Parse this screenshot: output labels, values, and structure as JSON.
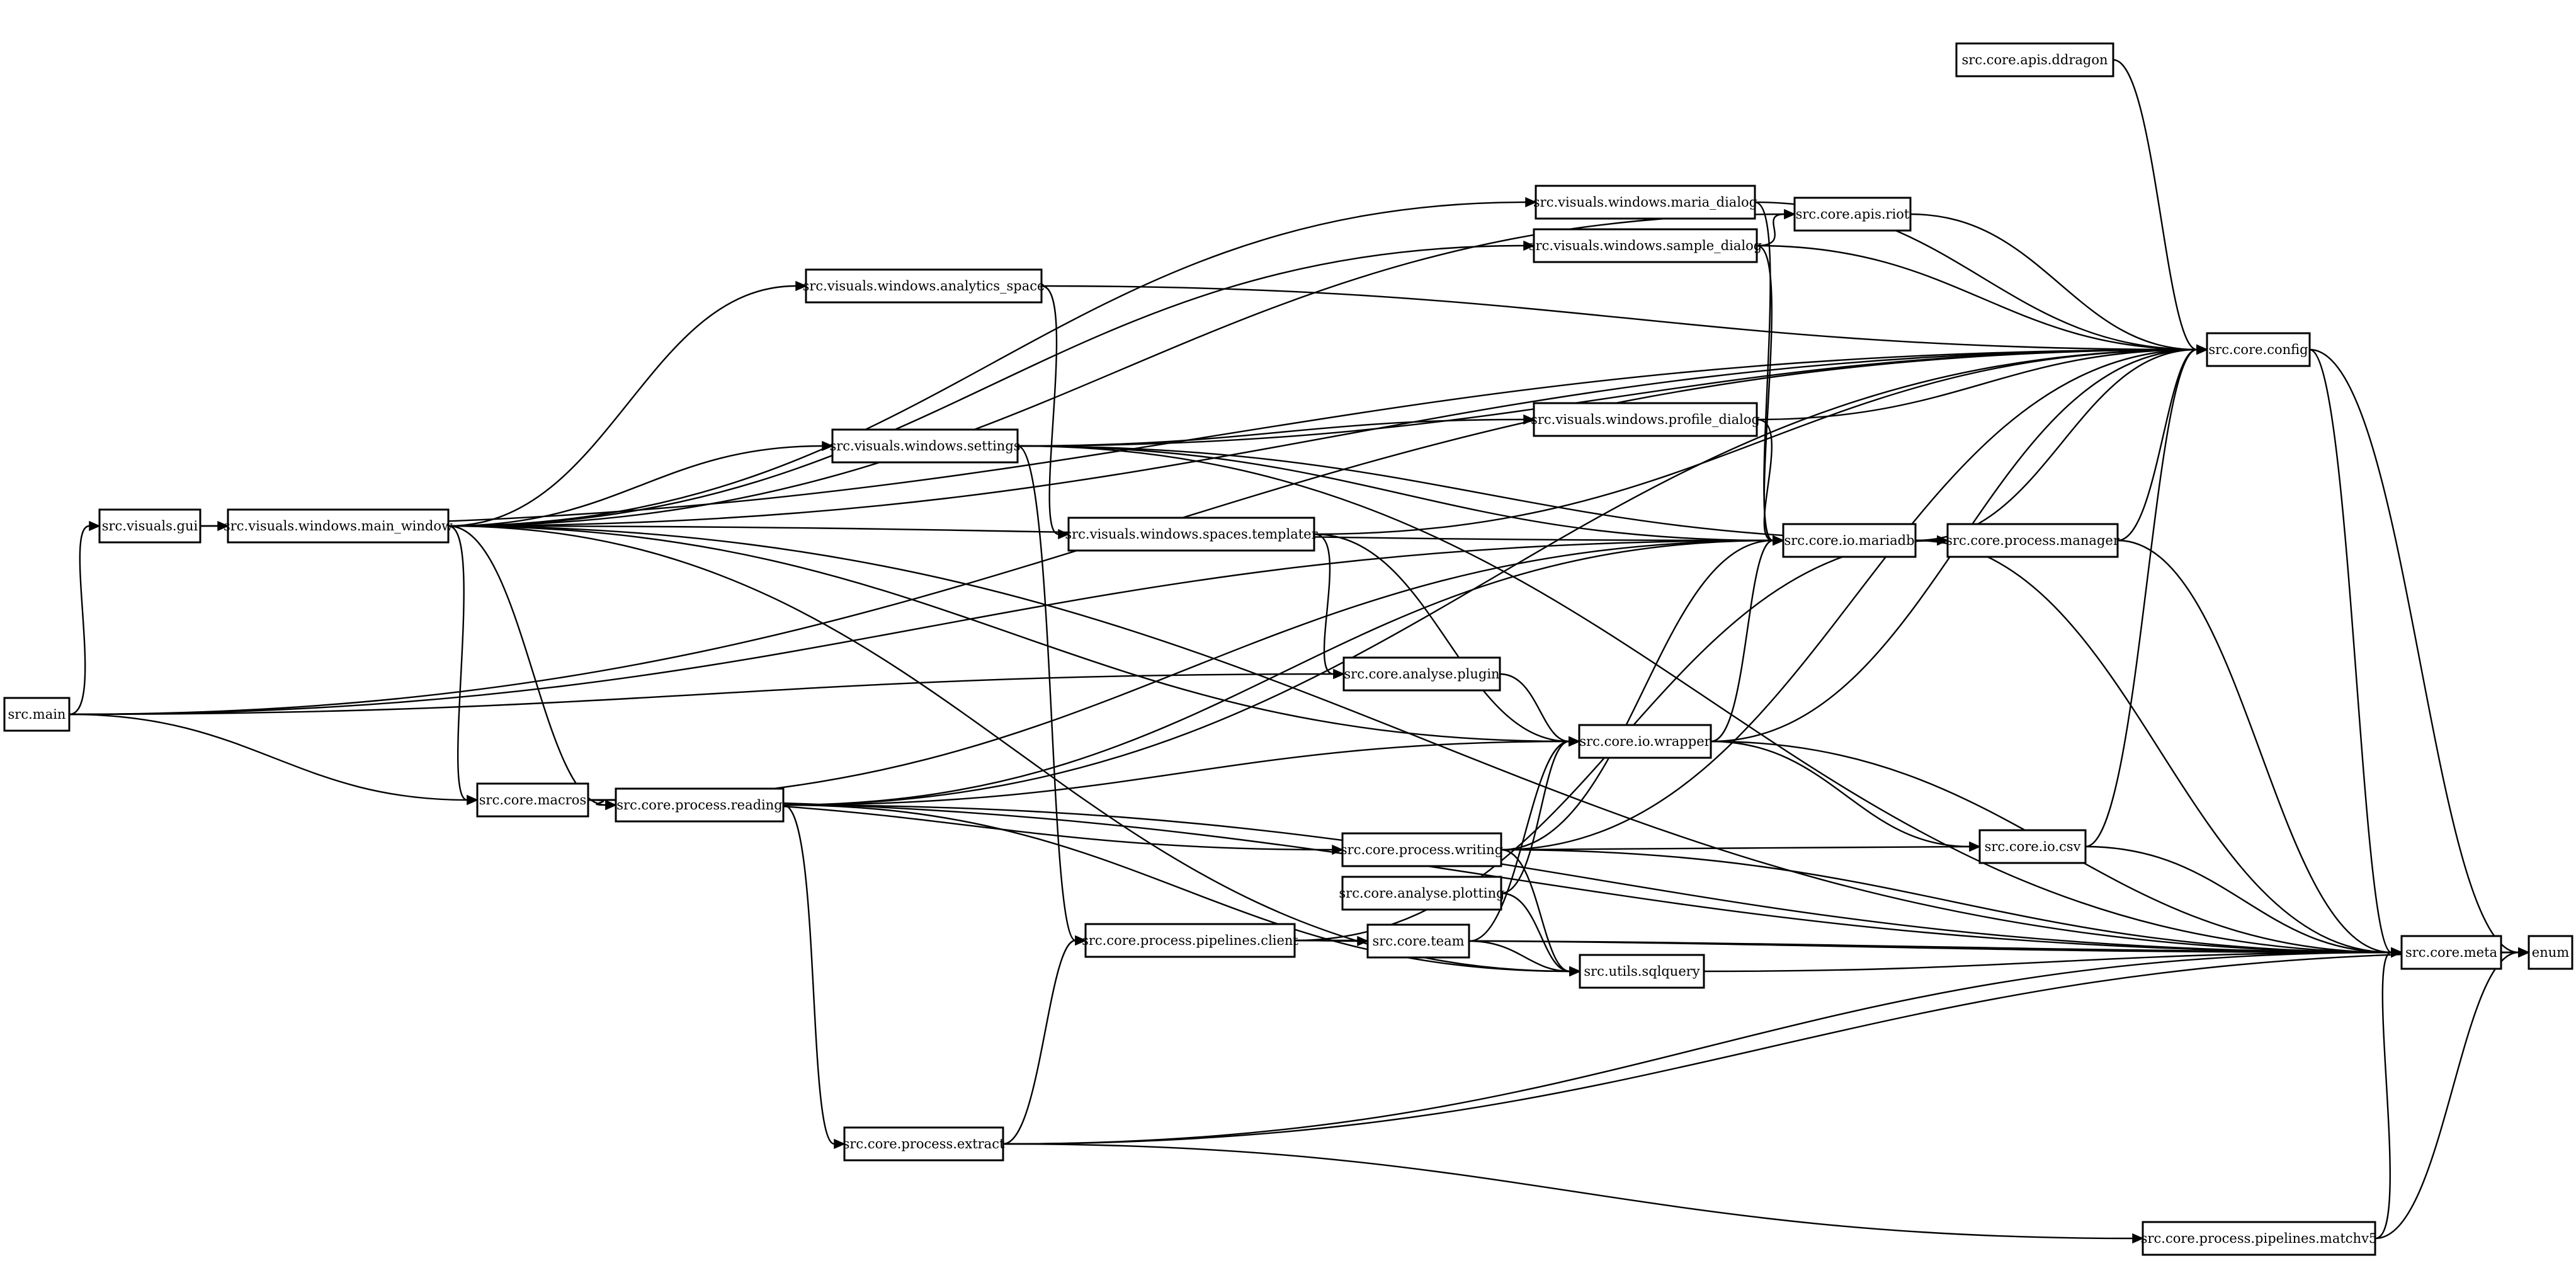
{
  "graph": {
    "type": "module-dependency-graph",
    "direction": "left-to-right",
    "nodes": [
      {
        "id": "main",
        "label": "src.main"
      },
      {
        "id": "gui",
        "label": "src.visuals.gui"
      },
      {
        "id": "main_window",
        "label": "src.visuals.windows.main_window"
      },
      {
        "id": "macros",
        "label": "src.core.macros"
      },
      {
        "id": "reading",
        "label": "src.core.process.reading"
      },
      {
        "id": "analytics_space",
        "label": "src.visuals.windows.analytics_space"
      },
      {
        "id": "settings",
        "label": "src.visuals.windows.settings"
      },
      {
        "id": "templater",
        "label": "src.visuals.windows.spaces.templater"
      },
      {
        "id": "extract",
        "label": "src.core.process.extract"
      },
      {
        "id": "client",
        "label": "src.core.process.pipelines.client"
      },
      {
        "id": "plugin",
        "label": "src.core.analyse.plugin"
      },
      {
        "id": "writing",
        "label": "src.core.process.writing"
      },
      {
        "id": "plotting",
        "label": "src.core.analyse.plotting"
      },
      {
        "id": "team",
        "label": "src.core.team"
      },
      {
        "id": "maria_dialog",
        "label": "src.visuals.windows.maria_dialog"
      },
      {
        "id": "sample_dialog",
        "label": "src.visuals.windows.sample_dialog"
      },
      {
        "id": "profile_dialog",
        "label": "src.visuals.windows.profile_dialog"
      },
      {
        "id": "wrapper",
        "label": "src.core.io.wrapper"
      },
      {
        "id": "sqlquery",
        "label": "src.utils.sqlquery"
      },
      {
        "id": "ddragon",
        "label": "src.core.apis.ddragon"
      },
      {
        "id": "riot",
        "label": "src.core.apis.riot"
      },
      {
        "id": "mariadb",
        "label": "src.core.io.mariadb"
      },
      {
        "id": "csv",
        "label": "src.core.io.csv"
      },
      {
        "id": "manager",
        "label": "src.core.process.manager"
      },
      {
        "id": "matchv5",
        "label": "src.core.process.pipelines.matchv5"
      },
      {
        "id": "config",
        "label": "src.core.config"
      },
      {
        "id": "meta",
        "label": "src.core.meta"
      },
      {
        "id": "enum",
        "label": "enum"
      }
    ],
    "edges": [
      [
        "main",
        "config"
      ],
      [
        "main",
        "gui"
      ],
      [
        "main",
        "mariadb"
      ],
      [
        "main",
        "plugin"
      ],
      [
        "main",
        "macros"
      ],
      [
        "gui",
        "config"
      ],
      [
        "gui",
        "main_window"
      ],
      [
        "main_window",
        "config"
      ],
      [
        "main_window",
        "riot"
      ],
      [
        "main_window",
        "maria_dialog"
      ],
      [
        "main_window",
        "sample_dialog"
      ],
      [
        "main_window",
        "analytics_space"
      ],
      [
        "main_window",
        "settings"
      ],
      [
        "main_window",
        "mariadb"
      ],
      [
        "main_window",
        "wrapper"
      ],
      [
        "main_window",
        "macros"
      ],
      [
        "main_window",
        "reading"
      ],
      [
        "main_window",
        "sqlquery"
      ],
      [
        "main_window",
        "meta"
      ],
      [
        "ddragon",
        "config"
      ],
      [
        "maria_dialog",
        "config"
      ],
      [
        "maria_dialog",
        "mariadb"
      ],
      [
        "riot",
        "config"
      ],
      [
        "sample_dialog",
        "riot"
      ],
      [
        "sample_dialog",
        "config"
      ],
      [
        "sample_dialog",
        "mariadb"
      ],
      [
        "analytics_space",
        "config"
      ],
      [
        "analytics_space",
        "templater"
      ],
      [
        "settings",
        "config"
      ],
      [
        "settings",
        "profile_dialog"
      ],
      [
        "settings",
        "mariadb"
      ],
      [
        "settings",
        "manager"
      ],
      [
        "settings",
        "meta"
      ],
      [
        "settings",
        "client"
      ],
      [
        "profile_dialog",
        "config"
      ],
      [
        "profile_dialog",
        "mariadb"
      ],
      [
        "templater",
        "config"
      ],
      [
        "templater",
        "plugin"
      ],
      [
        "templater",
        "wrapper"
      ],
      [
        "mariadb",
        "config"
      ],
      [
        "mariadb",
        "manager"
      ],
      [
        "mariadb",
        "meta"
      ],
      [
        "manager",
        "config"
      ],
      [
        "manager",
        "meta"
      ],
      [
        "plugin",
        "wrapper"
      ],
      [
        "wrapper",
        "mariadb"
      ],
      [
        "wrapper",
        "config"
      ],
      [
        "wrapper",
        "csv"
      ],
      [
        "wrapper",
        "meta"
      ],
      [
        "macros",
        "reading"
      ],
      [
        "macros",
        "mariadb"
      ],
      [
        "macros",
        "writing"
      ],
      [
        "macros",
        "meta"
      ],
      [
        "reading",
        "config"
      ],
      [
        "reading",
        "wrapper"
      ],
      [
        "reading",
        "mariadb"
      ],
      [
        "reading",
        "sqlquery"
      ],
      [
        "reading",
        "meta"
      ],
      [
        "reading",
        "extract"
      ],
      [
        "writing",
        "mariadb"
      ],
      [
        "writing",
        "config"
      ],
      [
        "writing",
        "csv"
      ],
      [
        "writing",
        "meta"
      ],
      [
        "writing",
        "sqlquery"
      ],
      [
        "plotting",
        "wrapper"
      ],
      [
        "plotting",
        "sqlquery"
      ],
      [
        "csv",
        "config"
      ],
      [
        "csv",
        "meta"
      ],
      [
        "client",
        "manager"
      ],
      [
        "client",
        "team"
      ],
      [
        "client",
        "meta"
      ],
      [
        "client",
        "enum"
      ],
      [
        "team",
        "wrapper"
      ],
      [
        "team",
        "sqlquery"
      ],
      [
        "sqlquery",
        "meta"
      ],
      [
        "extract",
        "client"
      ],
      [
        "extract",
        "meta"
      ],
      [
        "extract",
        "enum"
      ],
      [
        "extract",
        "matchv5"
      ],
      [
        "matchv5",
        "meta"
      ],
      [
        "matchv5",
        "enum"
      ],
      [
        "config",
        "meta"
      ],
      [
        "config",
        "enum"
      ],
      [
        "meta",
        "enum"
      ]
    ]
  }
}
